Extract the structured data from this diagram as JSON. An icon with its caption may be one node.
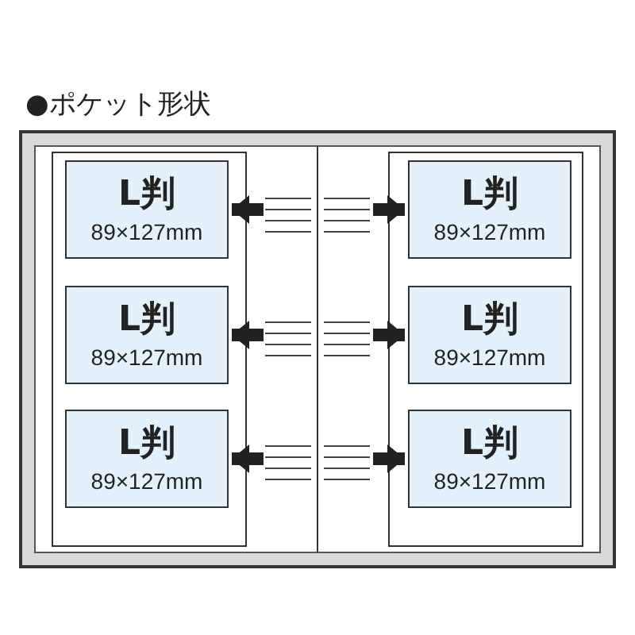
{
  "diagram": {
    "title": "●ポケット形状",
    "nodes": [
      {
        "text": [
          "L判",
          "89×127mm"
        ]
      },
      {
        "text": [
          "L判",
          "89×127mm"
        ]
      },
      {
        "text": [
          "L判",
          "89×127mm"
        ]
      },
      {
        "text": [
          "L判",
          "89×127mm"
        ]
      },
      {
        "text": [
          "L判",
          "89×127mm"
        ]
      },
      {
        "text": [
          "L判",
          "89×127mm"
        ]
      }
    ],
    "edges": [
      {
        "from": null,
        "to": 0,
        "arrow": "to"
      },
      {
        "from": null,
        "to": 1,
        "arrow": "to"
      },
      {
        "from": null,
        "to": 2,
        "arrow": "to"
      },
      {
        "from": null,
        "to": 3,
        "arrow": "to"
      },
      {
        "from": null,
        "to": 4,
        "arrow": "to"
      },
      {
        "from": null,
        "to": 5,
        "arrow": "to"
      }
    ]
  }
}
